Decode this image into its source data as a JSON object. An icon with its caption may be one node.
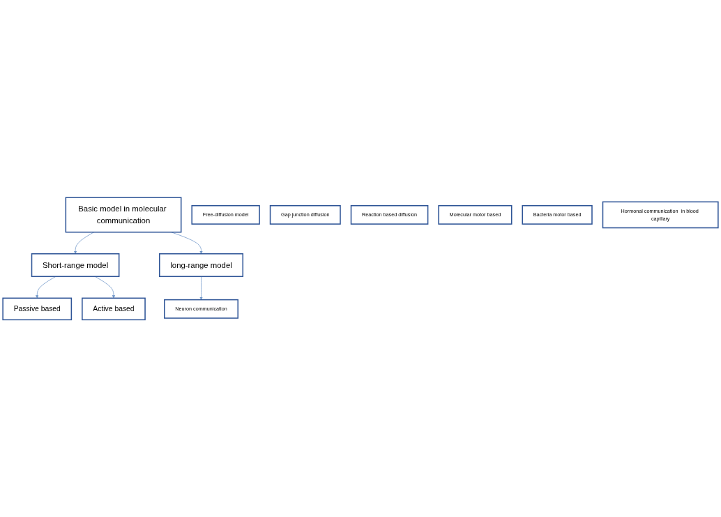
{
  "diagram": {
    "nodes": [
      {
        "text": [
          "Basic model in molecular communication"
        ]
      },
      {
        "text": [
          "Short-range model"
        ]
      },
      {
        "text": [
          "long-range model"
        ]
      },
      {
        "text": [
          "Passive based"
        ]
      },
      {
        "text": [
          "Active based"
        ]
      },
      {
        "text": [
          "Neuron communication"
        ]
      },
      {
        "text": [
          "Free-diffusion model"
        ]
      },
      {
        "text": [
          "Gap junction diffusion"
        ]
      },
      {
        "text": [
          "Reaction based diffusion"
        ]
      },
      {
        "text": [
          "Molecular motor  based"
        ]
      },
      {
        "text": [
          "Bacteria motor based"
        ]
      },
      {
        "text": [
          "Hormonal communication  in blood capillary"
        ]
      }
    ],
    "edges": [
      {
        "from": 0,
        "to": 1,
        "arrow": "to"
      },
      {
        "from": 0,
        "to": 2,
        "arrow": "to"
      },
      {
        "from": 1,
        "to": 3,
        "arrow": "to"
      },
      {
        "from": 1,
        "to": 4,
        "arrow": "to"
      },
      {
        "from": 2,
        "to": 5,
        "arrow": "to"
      }
    ]
  }
}
